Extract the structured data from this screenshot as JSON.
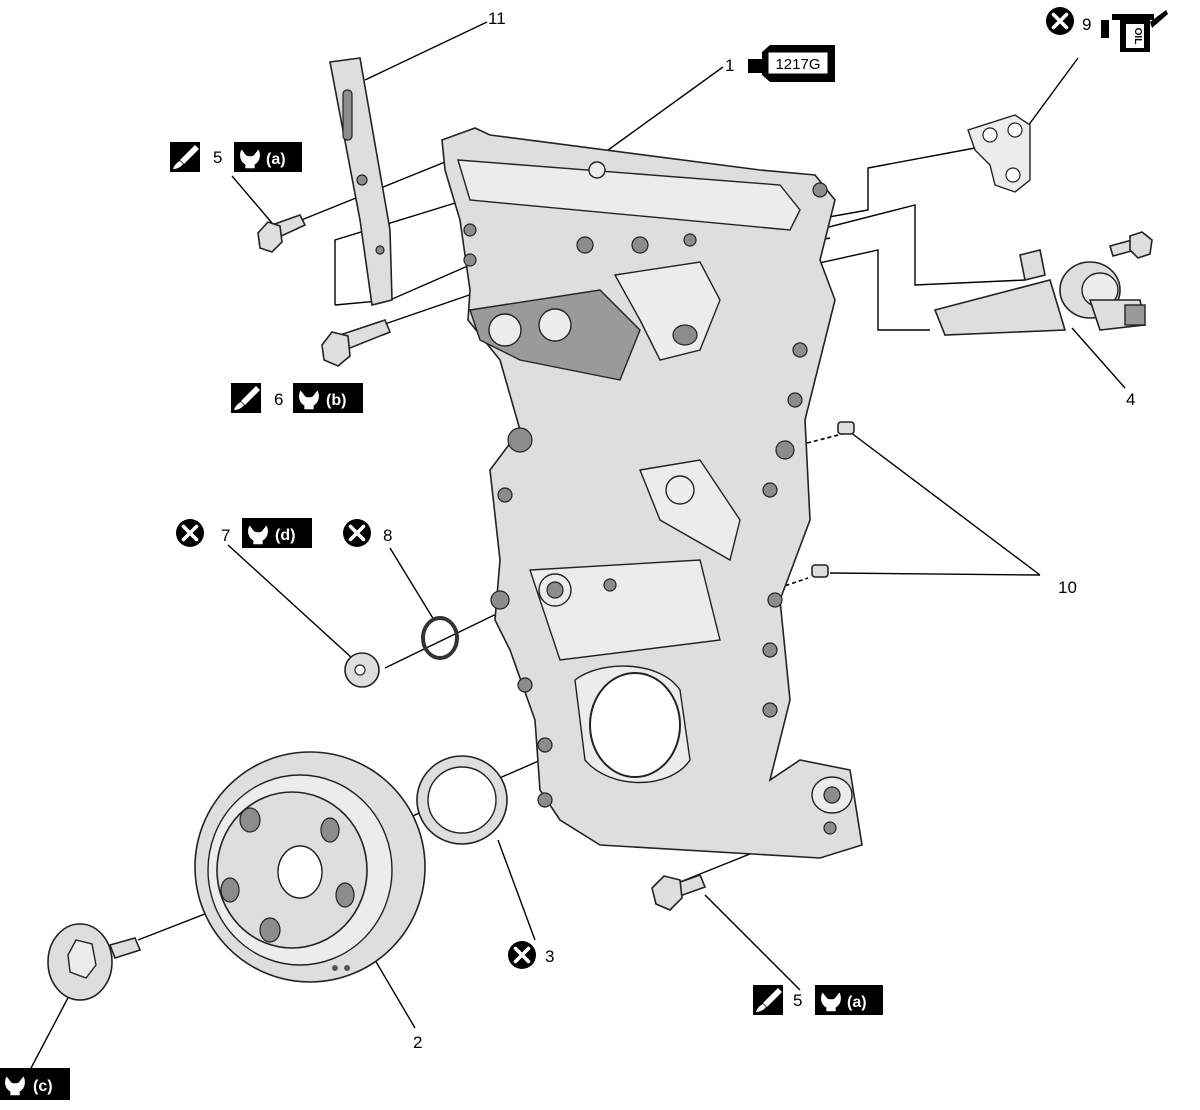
{
  "callouts": {
    "c1": "1",
    "c2": "2",
    "c3": "3",
    "c4": "4",
    "c5_top": "5",
    "c5_bottom": "5",
    "c6": "6",
    "c7": "7",
    "c8": "8",
    "c9": "9",
    "c10": "10",
    "c11": "11"
  },
  "torque_labels": {
    "a_top": "(a)",
    "a_bottom": "(a)",
    "b": "(b)",
    "c": "(c)",
    "d": "(d)"
  },
  "sealant_label": "1217G",
  "oil_label": "OIL",
  "colors": {
    "part_fill": "#dedede",
    "badge": "#000000"
  },
  "icons": [
    "do-not-reuse-icon",
    "torque-wrench-icon",
    "apply-sealant-icon",
    "oil-can-icon",
    "sealant-tube-icon"
  ]
}
